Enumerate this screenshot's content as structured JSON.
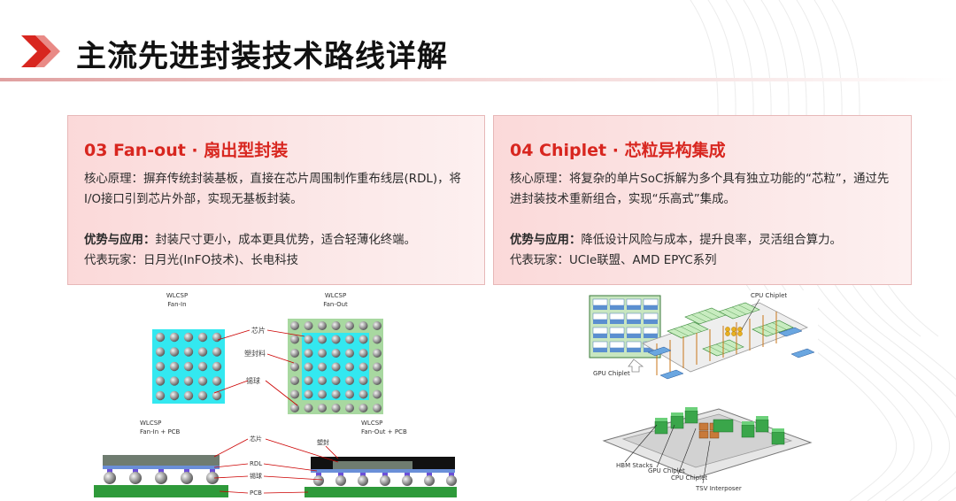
{
  "page": {
    "title": "主流先进封装技术路线详解"
  },
  "cards": [
    {
      "title": "03 Fan-out · 扇出型封装",
      "principle_label": "核心原理：",
      "principle_text": "摒弃传统封装基板，直接在芯片周围制作重布线层(RDL)，将I/O接口引到芯片外部，实现无基板封装。",
      "advantage_label": "优势与应用：",
      "advantage_text": "封装尺寸更小，成本更具优势，适合轻薄化终端。",
      "players_label": "代表玩家：",
      "players_text": "日月光(InFO技术)、长电科技"
    },
    {
      "title": "04 Chiplet · 芯粒异构集成",
      "principle_label": "核心原理：",
      "principle_text": "将复杂的单片SoC拆解为多个具有独立功能的“芯粒”，通过先进封装技术重新组合，实现“乐高式”集成。",
      "advantage_label": "优势与应用：",
      "advantage_text": "降低设计风险与成本，提升良率，灵活组合算力。",
      "players_label": "代表玩家：",
      "players_text": "UCIe联盟、AMD EPYC系列"
    }
  ],
  "fanout_figure": {
    "fanin_title": "WLCSP",
    "fanin_sub": "Fan-In",
    "fanout_title": "WLCSP",
    "fanout_sub": "Fan-Out",
    "label_chip": "芯片",
    "label_mold": "塑封料",
    "label_ball": "锡球",
    "fanin_pcb_title": "WLCSP",
    "fanin_pcb_sub": "Fan-In + PCB",
    "fanout_pcb_title": "WLCSP",
    "fanout_pcb_sub": "Fan-Out + PCB",
    "label_chip2": "芯片",
    "label_rdl": "RDL",
    "label_ball2": "锡球",
    "label_pcb": "PCB",
    "label_mold2": "塑封"
  },
  "chiplet_figure": {
    "cpu_chiplet": "CPU Chiplet",
    "gpu_chiplet": "GPU Chiplet",
    "hbm_stacks": "HBM Stacks",
    "gpu_chiplet2": "GPU Chiplet",
    "cpu_chiplet2": "CPU Chiplet",
    "tsv_interposer": "TSV Interposer"
  },
  "colors": {
    "accent": "#d8261f",
    "card_bg": "#fbdcdc",
    "card_border": "#e7b8b8"
  }
}
